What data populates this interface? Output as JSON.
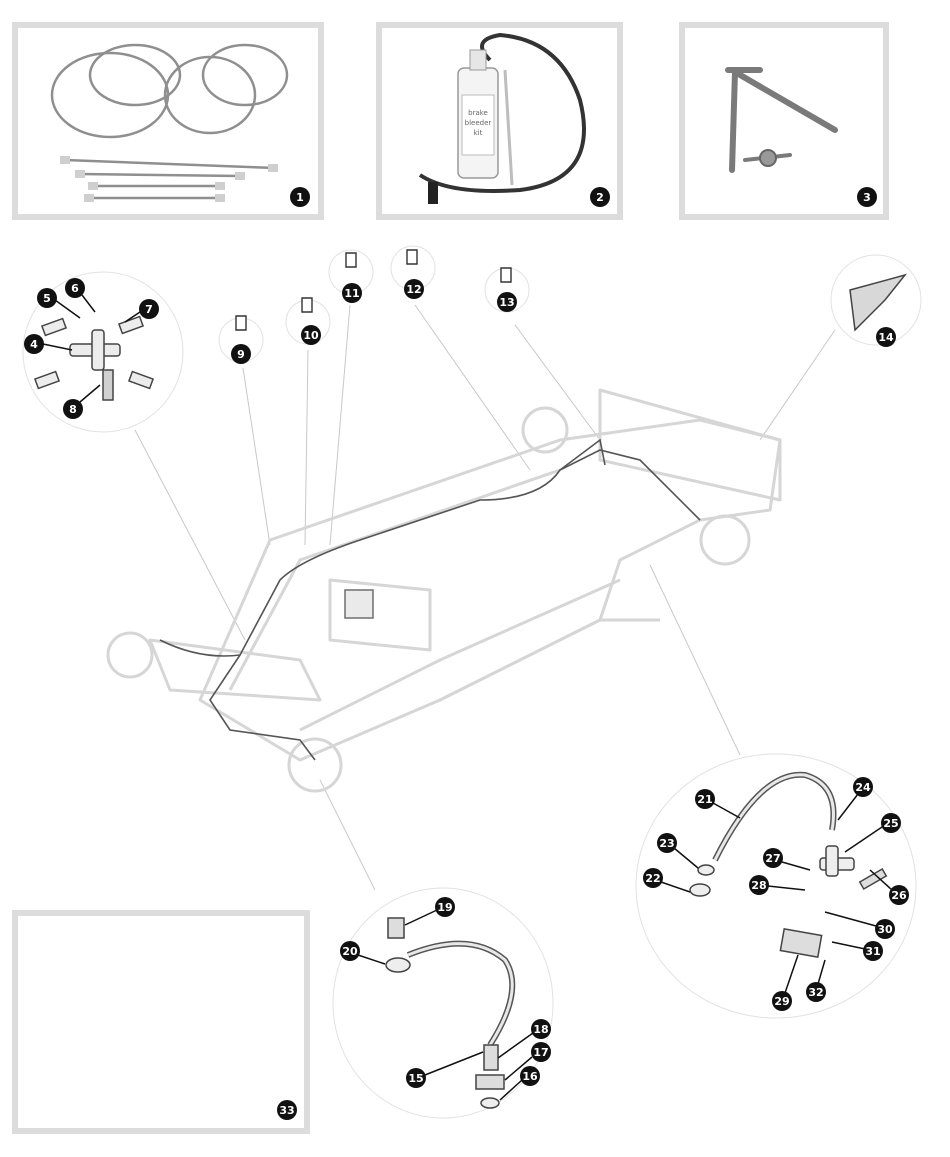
{
  "callouts": {
    "c1": "1",
    "c2": "2",
    "c3": "3",
    "c4": "4",
    "c5": "5",
    "c6": "6",
    "c7": "7",
    "c8": "8",
    "c9": "9",
    "c10": "10",
    "c11": "11",
    "c12": "12",
    "c13": "13",
    "c14": "14",
    "c15": "15",
    "c16": "16",
    "c17": "17",
    "c18": "18",
    "c19": "19",
    "c20": "20",
    "c21": "21",
    "c22": "22",
    "c23": "23",
    "c24": "24",
    "c25": "25",
    "c26": "26",
    "c27": "27",
    "c28": "28",
    "c29": "29",
    "c30": "30",
    "c31": "31",
    "c32": "32",
    "c33": "33"
  },
  "bottle_label_lines": [
    "brake",
    "bleeder",
    "kit"
  ],
  "colors": {
    "panel_border": "#dcdcdc",
    "callout_fill": "#111111",
    "leader": "#c8c8c8",
    "chassis": "#d6d6d6",
    "pipe": "#555555"
  }
}
